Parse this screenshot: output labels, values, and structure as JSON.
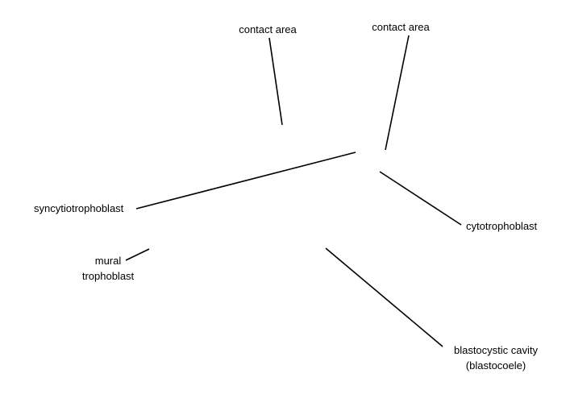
{
  "labels": {
    "contact_area_left": "contact area",
    "contact_area_right": "contact area",
    "syncytiotrophoblast": "syncytiotrophoblast",
    "cytotrophoblast": "cytotrophoblast",
    "mural_trophoblast": [
      "mural",
      "trophoblast"
    ],
    "blastocystic_cavity": [
      "blastocystic cavity",
      "(blastocoele)"
    ]
  },
  "colors": {
    "text": "#000000",
    "line": "#000000",
    "background": "#ffffff"
  }
}
